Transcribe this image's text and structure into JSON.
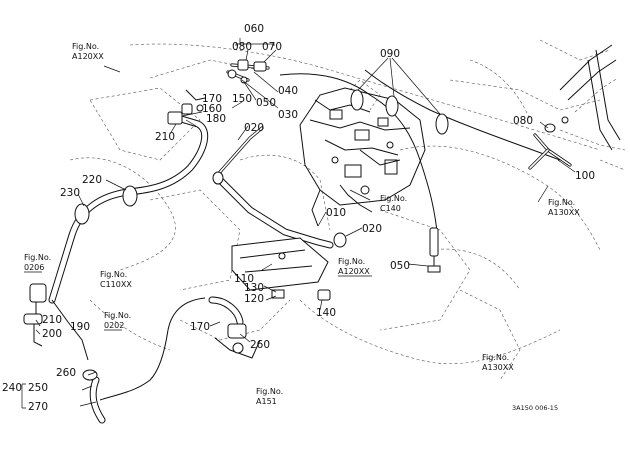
{
  "part_numbers": {
    "p010": "010",
    "p020a": "020",
    "p020b": "020",
    "p030": "030",
    "p040": "040",
    "p050a": "050",
    "p050b": "050",
    "p060": "060",
    "p070": "070",
    "p080a": "080",
    "p080b": "080",
    "p090": "090",
    "p100": "100",
    "p110": "110",
    "p120": "120",
    "p130": "130",
    "p140": "140",
    "p150": "150",
    "p160": "160",
    "p170a": "170",
    "p170b": "170",
    "p180": "180",
    "p190": "190",
    "p200": "200",
    "p210a": "210",
    "p210b": "210",
    "p220": "220",
    "p230": "230",
    "p240": "240",
    "p250": "250",
    "p260a": "260",
    "p260b": "260",
    "p270": "270"
  },
  "fig_refs": {
    "label": "Fig.No.",
    "a120_top": "A120XX",
    "a130_right": "A130XX",
    "c140": "C140",
    "a120_mid": "A120XX",
    "p0206": "0206",
    "c110": "C110XX",
    "p0202": "0202",
    "a130_bottom": "A130XX",
    "a151": "A151"
  },
  "drawing_code": "3A150 006-15"
}
